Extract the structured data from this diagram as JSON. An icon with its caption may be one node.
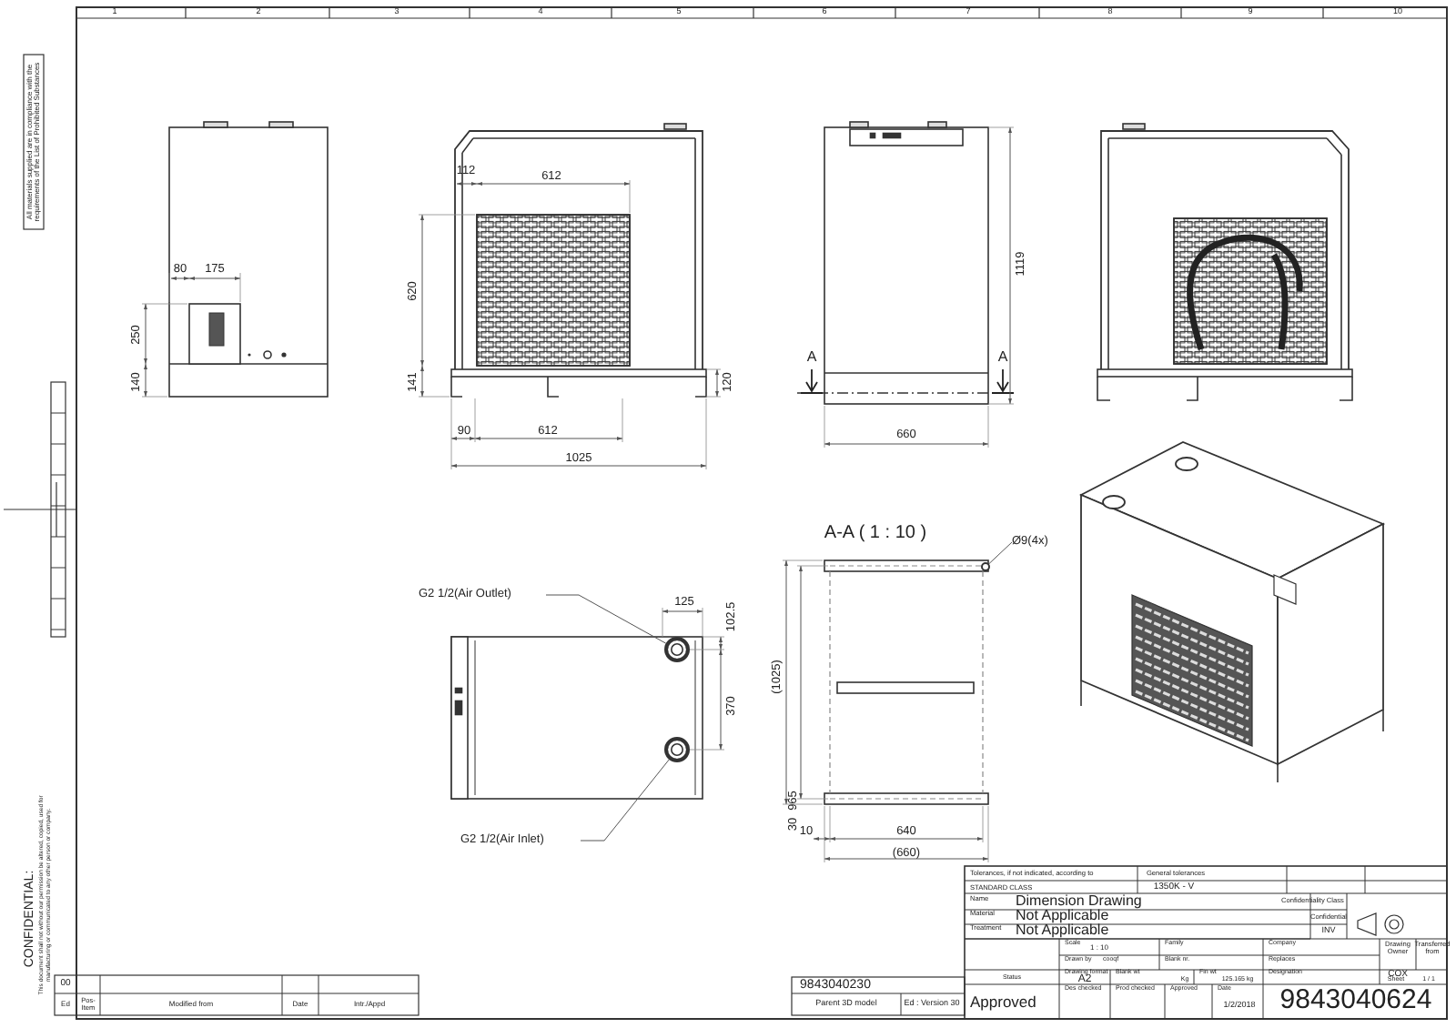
{
  "diagram": {
    "nodes": [
      {
        "text": [
          "G2 1/2(Air Outlet)"
        ]
      },
      {
        "text": [],
        "shape": "circle"
      },
      {
        "text": [
          "G2 1/2(Air Inlet)"
        ]
      },
      {
        "text": [],
        "shape": "circle"
      },
      {
        "text": [
          "Ø9(4x)"
        ]
      },
      {
        "text": [],
        "shape": "circle"
      }
    ],
    "edges": [
      {
        "from": 0,
        "to": 1,
        "arrow": "none"
      },
      {
        "from": 2,
        "to": 3,
        "arrow": "none"
      },
      {
        "from": 4,
        "to": 5,
        "arrow": "none"
      }
    ],
    "labels": [
      "1",
      "2",
      "3",
      "4",
      "5",
      "6",
      "7",
      "8",
      "9",
      "10",
      "All materials supplied are in compliance with the requirements of the List of Prohibited Substances",
      "CONFIDENTIAL:",
      "This document shall not without our permission be altered, copied, used for manufacturing or communicated to any other person or company.",
      "80",
      "175",
      "250",
      "140",
      "112",
      "612",
      "620",
      "141",
      "120",
      "90",
      "612",
      "1025",
      "A",
      "A",
      "1119",
      "660",
      "125",
      "102.5",
      "370",
      "A-A ( 1 : 10 )",
      "(1025)",
      "965",
      "30",
      "10",
      "640",
      "(660)",
      "Tolerances, if not indicated, according to",
      "General tolerances",
      "STANDARD CLASS",
      "1350K - V",
      "Name",
      "Dimension Drawing",
      "Confidentiality Class",
      "Material",
      "Not Applicable",
      "Confidential",
      "Treatment",
      "Not Applicable",
      "INV",
      "Scale",
      "1 : 10",
      "Family",
      "Company",
      "Drawing Owner",
      "Transferred from",
      "Drawn by",
      "cooqf",
      "Blank nr.",
      "Replaces",
      "COX",
      "Status",
      "Drawing format",
      "A2",
      "Blank wt",
      "Kg",
      "Fin wt",
      "125.165 kg",
      "Designation",
      "Sheet",
      "1 / 1",
      "Approved",
      "Des checked",
      "Prod checked",
      "Approved",
      "Date",
      "1/2/2018",
      "9843040624",
      "9843040230",
      "Parent 3D model",
      "Ed : Version 30",
      "00",
      "Ed",
      "Pos-Item",
      "Modified from",
      "Date",
      "Intr./Appd"
    ]
  }
}
